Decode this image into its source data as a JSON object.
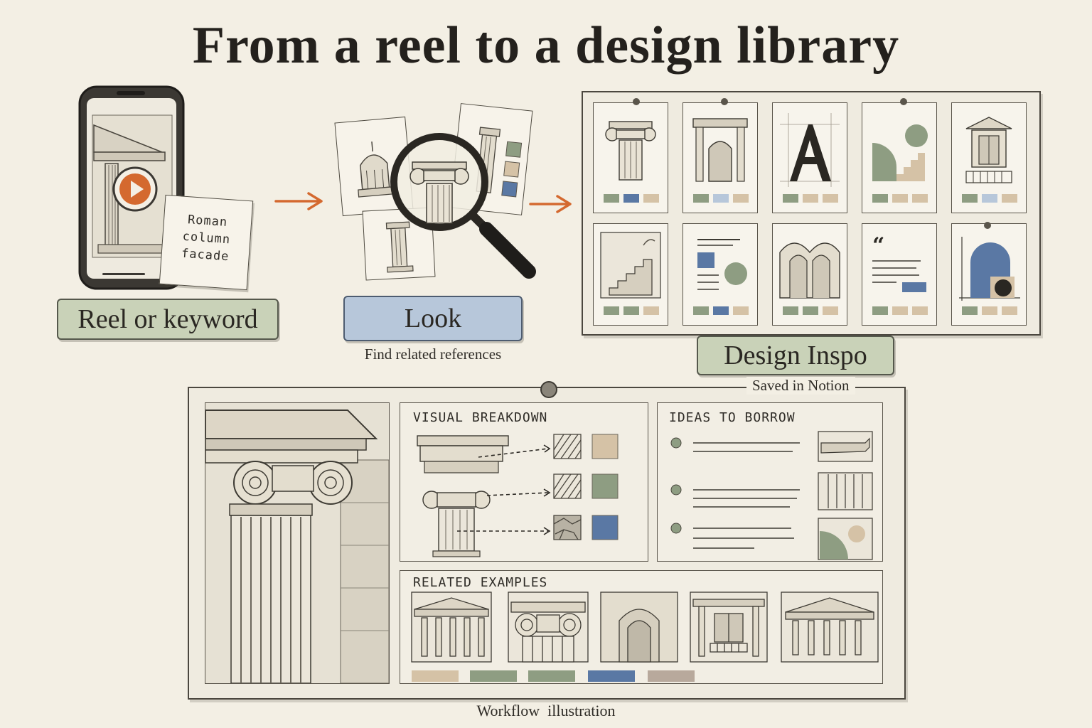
{
  "title": "From a reel to a design library",
  "steps": {
    "reel": {
      "label": "Reel or keyword",
      "note_lines": [
        "Roman",
        "column",
        "facade"
      ]
    },
    "look": {
      "label": "Look",
      "caption": "Find related references"
    },
    "inspo": {
      "label": "Design Inspo"
    }
  },
  "detail": {
    "board_caption": "Saved in Notion",
    "breakdown_heading": "VISUAL BREAKDOWN",
    "ideas_heading": "IDEAS TO BORROW",
    "related_heading": "RELATED EXAMPLES"
  },
  "footer": "Workflow  illustration",
  "colors": {
    "background": "#f3efe4",
    "sage": "#8e9d82",
    "slate_blue": "#5a78a4",
    "sand": "#d5c2a6",
    "terracotta": "#d4692f",
    "ink": "#2a2722"
  }
}
